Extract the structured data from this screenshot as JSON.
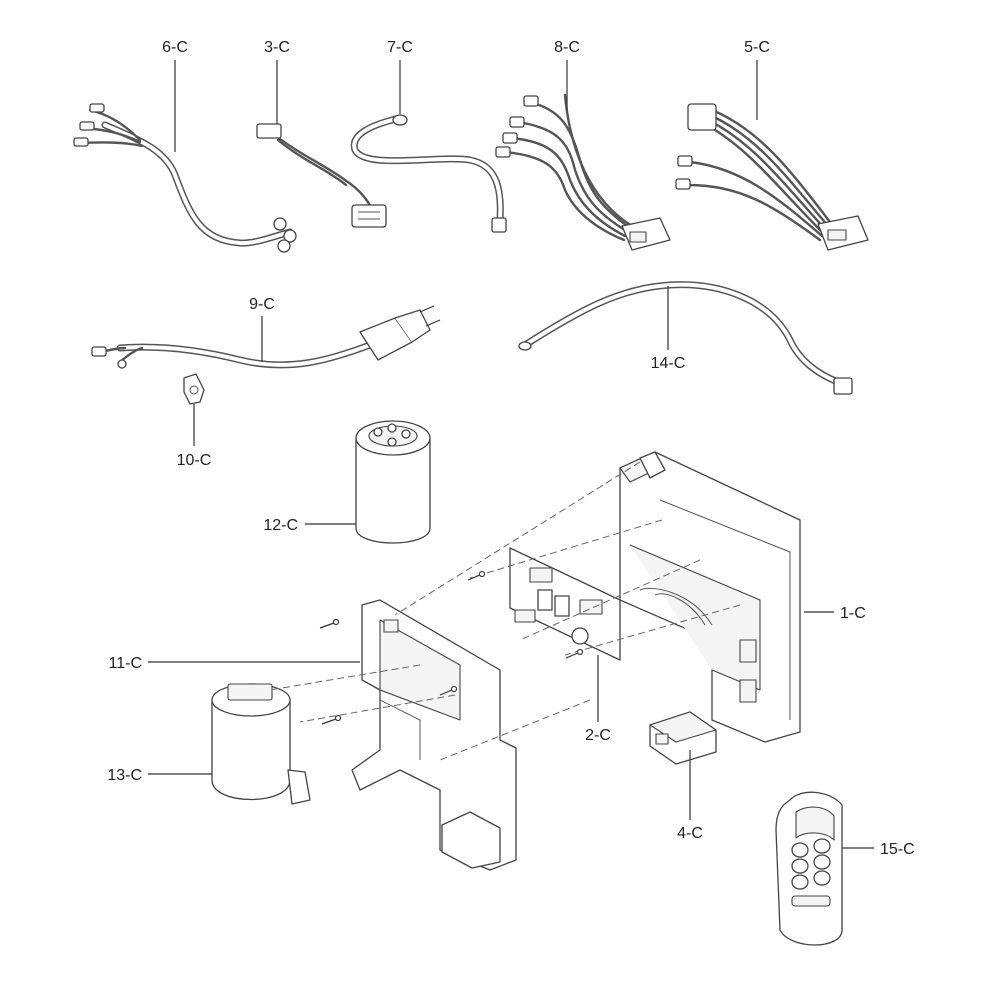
{
  "labels": {
    "p1": "1-C",
    "p2": "2-C",
    "p3": "3-C",
    "p4": "4-C",
    "p5": "5-C",
    "p6": "6-C",
    "p7": "7-C",
    "p8": "8-C",
    "p9": "9-C",
    "p10": "10-C",
    "p11": "11-C",
    "p12": "12-C",
    "p13": "13-C",
    "p14": "14-C",
    "p15": "15-C"
  }
}
